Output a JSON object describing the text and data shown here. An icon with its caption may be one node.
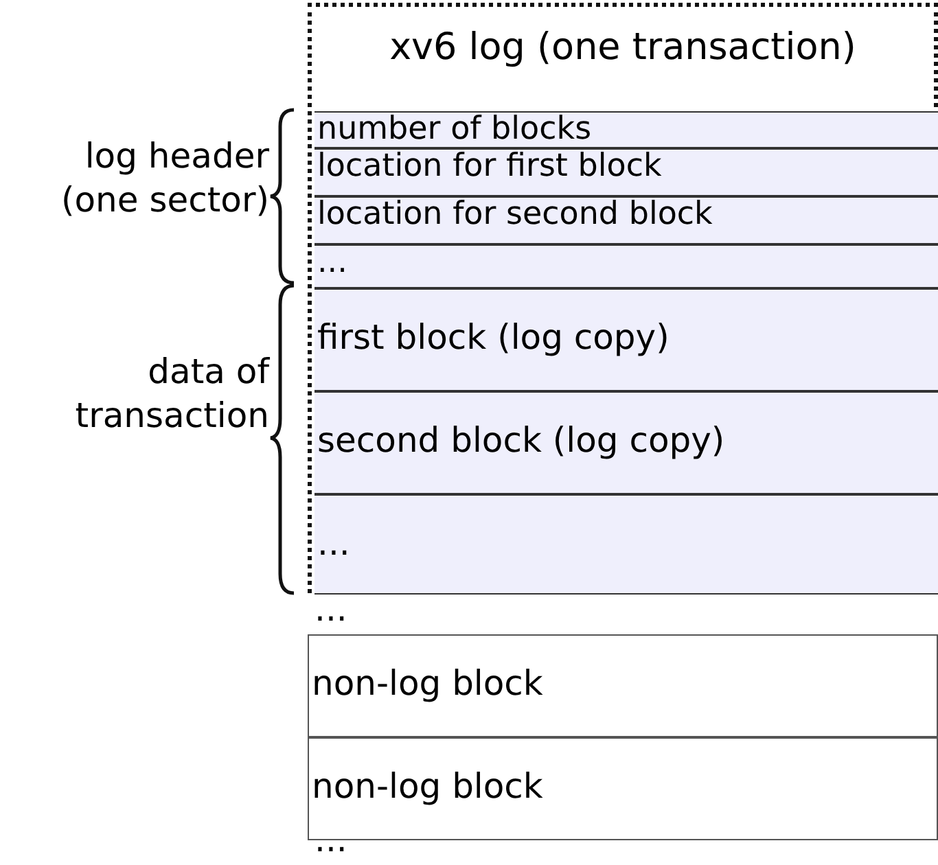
{
  "diagram": {
    "nodes": [
      {
        "text": [
          "xv6 log (one transaction)"
        ]
      },
      {
        "text": [
          "number of blocks"
        ],
        "in": 0
      },
      {
        "text": [
          "location for first block"
        ],
        "in": 0
      },
      {
        "text": [
          "location for second block"
        ],
        "in": 0
      },
      {
        "text": [
          "..."
        ],
        "in": 0
      },
      {
        "text": [
          "first block (log copy)"
        ],
        "in": 0
      },
      {
        "text": [
          "second block (log copy)"
        ],
        "in": 0
      },
      {
        "text": [
          "..."
        ],
        "in": 0
      },
      {
        "text": [
          "non-log block"
        ]
      },
      {
        "text": [
          "non-log block"
        ]
      }
    ],
    "labels": [
      "log header (one sector)",
      "data of transaction",
      "...",
      "..."
    ]
  }
}
